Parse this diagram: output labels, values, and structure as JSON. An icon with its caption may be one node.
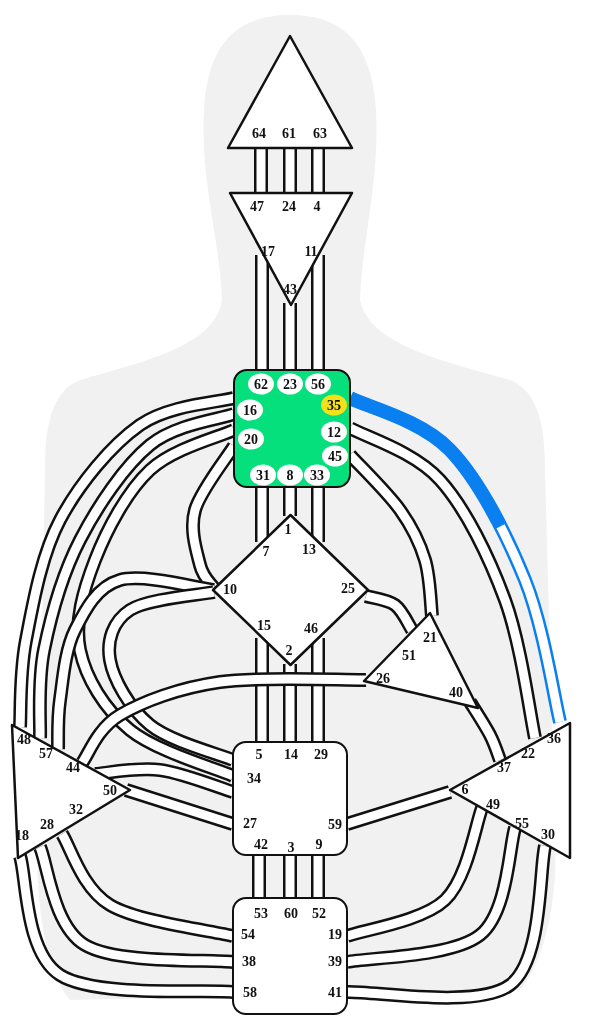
{
  "diagram": {
    "nodes": [
      {
        "text": [
          "64",
          "61",
          "63"
        ]
      },
      {
        "text": [
          "47",
          "24",
          "4",
          "17",
          "11",
          "43"
        ]
      },
      {
        "text": [],
        "shape": "box"
      },
      {
        "text": [
          "62"
        ],
        "in": 2
      },
      {
        "text": [
          "23"
        ],
        "in": 2
      },
      {
        "text": [
          "56"
        ],
        "in": 2
      },
      {
        "text": [
          "16"
        ],
        "in": 2
      },
      {
        "text": [
          "35"
        ],
        "in": 2
      },
      {
        "text": [
          "20"
        ],
        "in": 2
      },
      {
        "text": [
          "12"
        ],
        "in": 2
      },
      {
        "text": [
          "45"
        ],
        "in": 2
      },
      {
        "text": [
          "31"
        ],
        "in": 2
      },
      {
        "text": [
          "8"
        ],
        "in": 2
      },
      {
        "text": [
          "33"
        ],
        "in": 2
      },
      {
        "text": [
          "1",
          "7",
          "13",
          "10",
          "25",
          "15",
          "46",
          "2"
        ]
      },
      {
        "text": [
          "21",
          "51",
          "26",
          "40"
        ]
      },
      {
        "text": [
          "48",
          "57",
          "44",
          "50",
          "32",
          "28",
          "18"
        ]
      },
      {
        "text": [
          "5",
          "14",
          "29",
          "34",
          "27",
          "59",
          "42",
          "3",
          "9"
        ]
      },
      {
        "text": [
          "36",
          "22",
          "37",
          "6",
          "49",
          "55",
          "30"
        ]
      },
      {
        "text": [
          "53",
          "60",
          "52",
          "54",
          "19",
          "38",
          "39",
          "58",
          "41"
        ]
      }
    ],
    "edges": [
      {
        "from": 0,
        "to": 1,
        "arrow": "none"
      },
      {
        "from": 0,
        "to": 1,
        "arrow": "none"
      },
      {
        "from": 0,
        "to": 1,
        "arrow": "none"
      },
      {
        "from": 1,
        "to": 2,
        "arrow": "none"
      },
      {
        "from": 1,
        "to": 2,
        "arrow": "none"
      },
      {
        "from": 1,
        "to": 2,
        "arrow": "none"
      },
      {
        "from": 2,
        "to": 14,
        "arrow": "none"
      },
      {
        "from": 2,
        "to": 14,
        "arrow": "none"
      },
      {
        "from": 2,
        "to": 14,
        "arrow": "none"
      },
      {
        "from": 2,
        "to": 16,
        "arrow": "none"
      },
      {
        "from": 2,
        "to": 16,
        "arrow": "none"
      },
      {
        "from": 2,
        "to": 17,
        "arrow": "none"
      },
      {
        "from": 2,
        "to": 14,
        "arrow": "none"
      },
      {
        "from": 2,
        "to": 15,
        "arrow": "none"
      },
      {
        "from": 2,
        "to": 18,
        "arrow": "none",
        "color": "#0a7ff0"
      },
      {
        "from": 2,
        "to": 18,
        "arrow": "none"
      },
      {
        "from": 14,
        "to": 16,
        "arrow": "none"
      },
      {
        "from": 14,
        "to": 17,
        "arrow": "none"
      },
      {
        "from": 14,
        "to": 15,
        "arrow": "none"
      },
      {
        "from": 14,
        "to": 17,
        "arrow": "none"
      },
      {
        "from": 14,
        "to": 17,
        "arrow": "none"
      },
      {
        "from": 14,
        "to": 17,
        "arrow": "none"
      },
      {
        "from": 16,
        "to": 17,
        "arrow": "none"
      },
      {
        "from": 16,
        "to": 17,
        "arrow": "none"
      },
      {
        "from": 15,
        "to": 16,
        "arrow": "none"
      },
      {
        "from": 15,
        "to": 18,
        "arrow": "none"
      },
      {
        "from": 17,
        "to": 18,
        "arrow": "none"
      },
      {
        "from": 16,
        "to": 19,
        "arrow": "none"
      },
      {
        "from": 16,
        "to": 19,
        "arrow": "none"
      },
      {
        "from": 16,
        "to": 19,
        "arrow": "none"
      },
      {
        "from": 17,
        "to": 19,
        "arrow": "none"
      },
      {
        "from": 17,
        "to": 19,
        "arrow": "none"
      },
      {
        "from": 17,
        "to": 19,
        "arrow": "none"
      },
      {
        "from": 18,
        "to": 19,
        "arrow": "none"
      },
      {
        "from": 18,
        "to": 19,
        "arrow": "none"
      },
      {
        "from": 18,
        "to": 19,
        "arrow": "none"
      }
    ]
  }
}
